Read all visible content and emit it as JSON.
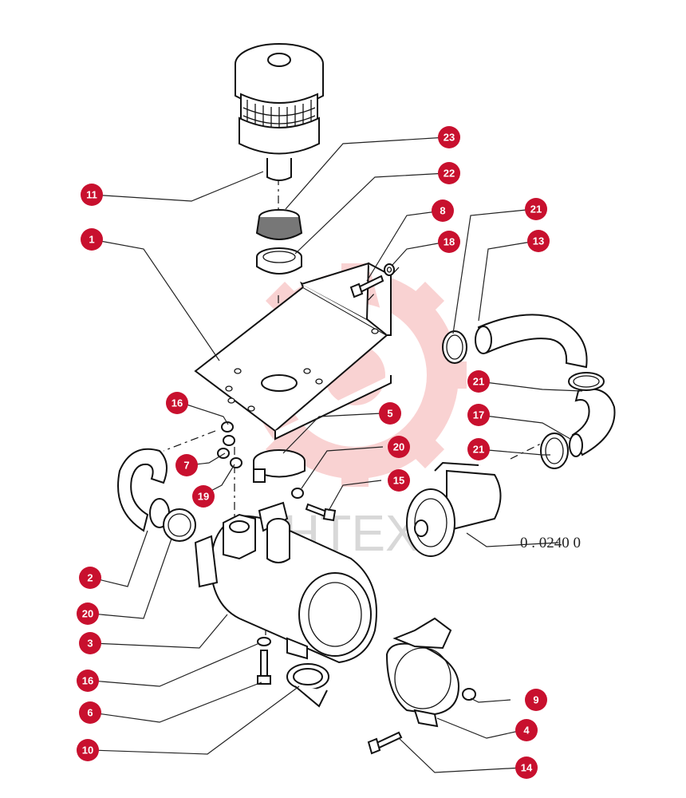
{
  "drawing": {
    "reference_code": "0 . 0240 0",
    "watermark": "HTEX",
    "accent_color": "#c8102e",
    "watermark_color": "#f4b5b5"
  },
  "callouts": [
    {
      "id": "c1",
      "label": "1"
    },
    {
      "id": "c2",
      "label": "2"
    },
    {
      "id": "c3",
      "label": "3"
    },
    {
      "id": "c4",
      "label": "4"
    },
    {
      "id": "c5",
      "label": "5"
    },
    {
      "id": "c6",
      "label": "6"
    },
    {
      "id": "c7",
      "label": "7"
    },
    {
      "id": "c8",
      "label": "8"
    },
    {
      "id": "c9",
      "label": "9"
    },
    {
      "id": "c10",
      "label": "10"
    },
    {
      "id": "c11",
      "label": "11"
    },
    {
      "id": "c13",
      "label": "13"
    },
    {
      "id": "c14",
      "label": "14"
    },
    {
      "id": "c15",
      "label": "15"
    },
    {
      "id": "c16a",
      "label": "16"
    },
    {
      "id": "c16b",
      "label": "16"
    },
    {
      "id": "c17",
      "label": "17"
    },
    {
      "id": "c18",
      "label": "18"
    },
    {
      "id": "c19",
      "label": "19"
    },
    {
      "id": "c20a",
      "label": "20"
    },
    {
      "id": "c20b",
      "label": "20"
    },
    {
      "id": "c21a",
      "label": "21"
    },
    {
      "id": "c21b",
      "label": "21"
    },
    {
      "id": "c21c",
      "label": "21"
    },
    {
      "id": "c22",
      "label": "22"
    },
    {
      "id": "c23",
      "label": "23"
    }
  ]
}
